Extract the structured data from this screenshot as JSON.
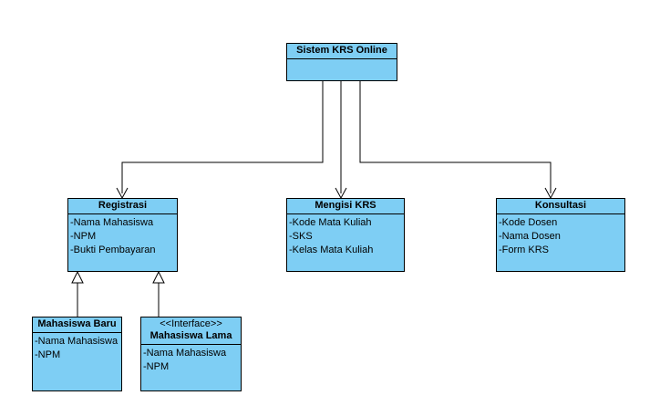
{
  "root": {
    "name": "Sistem KRS Online"
  },
  "registrasi": {
    "name": "Registrasi",
    "attributes": [
      "-Nama Mahasiswa",
      "-NPM",
      "-Bukti Pembayaran"
    ]
  },
  "mengisi": {
    "name": "Mengisi KRS",
    "attributes": [
      "-Kode Mata Kuliah",
      "-SKS",
      "-Kelas Mata Kuliah"
    ]
  },
  "konsultasi": {
    "name": "Konsultasi",
    "attributes": [
      "-Kode Dosen",
      "-Nama Dosen",
      "-Form KRS"
    ]
  },
  "mhs_baru": {
    "name": "Mahasiswa Baru",
    "attributes": [
      "-Nama Mahasiswa",
      "-NPM"
    ]
  },
  "mhs_lama": {
    "stereotype": "<<Interface>>",
    "name": "Mahasiswa Lama",
    "attributes": [
      "-Nama Mahasiswa",
      "-NPM"
    ]
  },
  "colors": {
    "class_fill": "#7ecef4",
    "line": "#000000"
  }
}
